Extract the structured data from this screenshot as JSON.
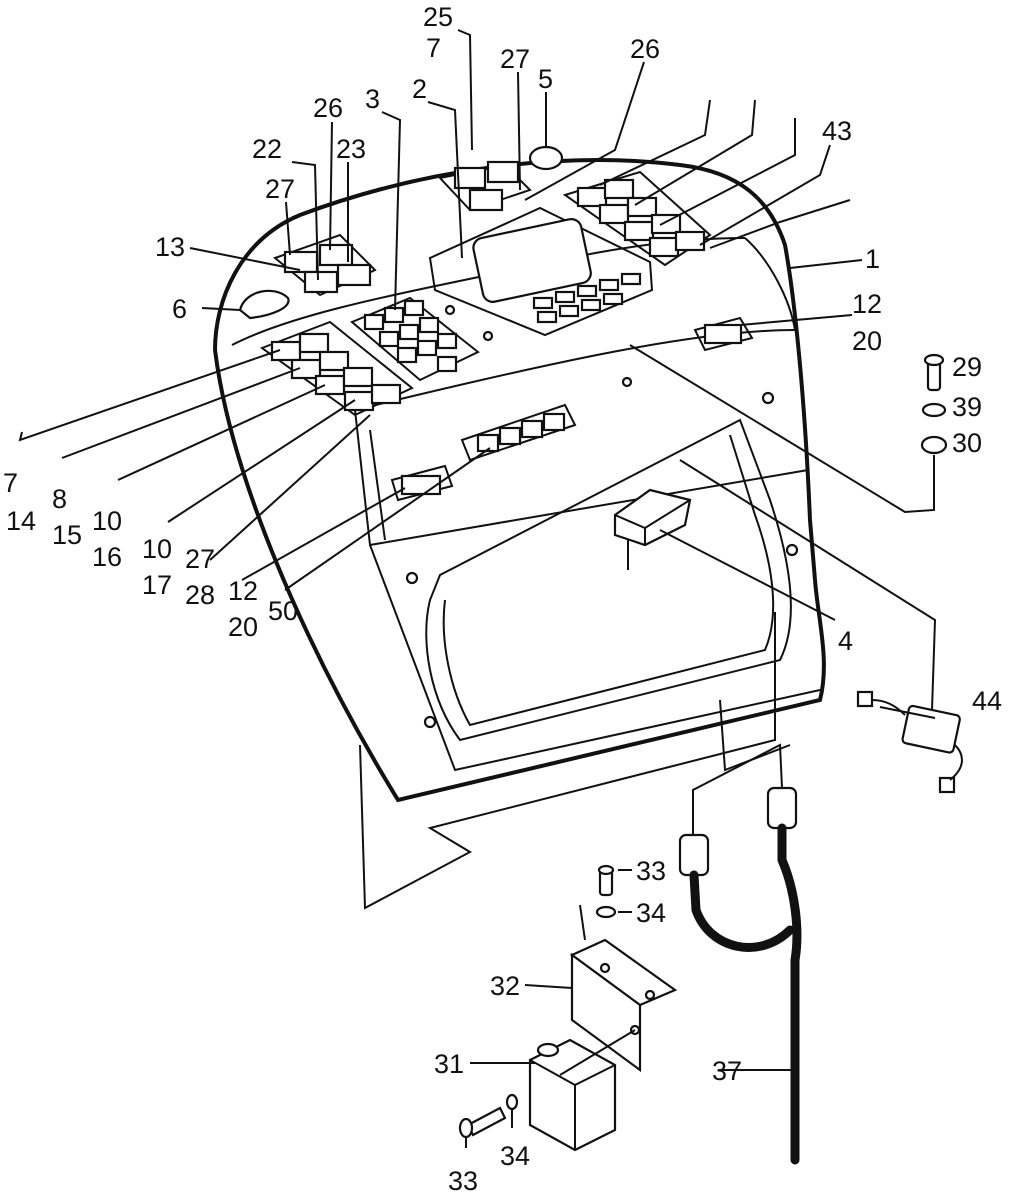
{
  "callouts": {
    "c25": "25",
    "c7a": "7",
    "c27a": "27",
    "c5": "5",
    "c26a": "26",
    "c26b": "26",
    "c3": "3",
    "c2": "2",
    "c22": "22",
    "c23": "23",
    "c27b": "27",
    "c13": "13",
    "c6": "6",
    "c43": "43",
    "c1": "1",
    "c12a": "12",
    "c20a": "20",
    "c29": "29",
    "c39": "39",
    "c30": "30",
    "c7b": "7",
    "c14": "14",
    "c8": "8",
    "c15": "15",
    "c10a": "10",
    "c16": "16",
    "c10b": "10",
    "c17": "17",
    "c27c": "27",
    "c28": "28",
    "c12b": "12",
    "c20b": "20",
    "c50": "50",
    "c4": "4",
    "c44": "44",
    "c33a": "33",
    "c34a": "34",
    "c32": "32",
    "c31": "31",
    "c37": "37",
    "c34b": "34",
    "c33b": "33"
  }
}
